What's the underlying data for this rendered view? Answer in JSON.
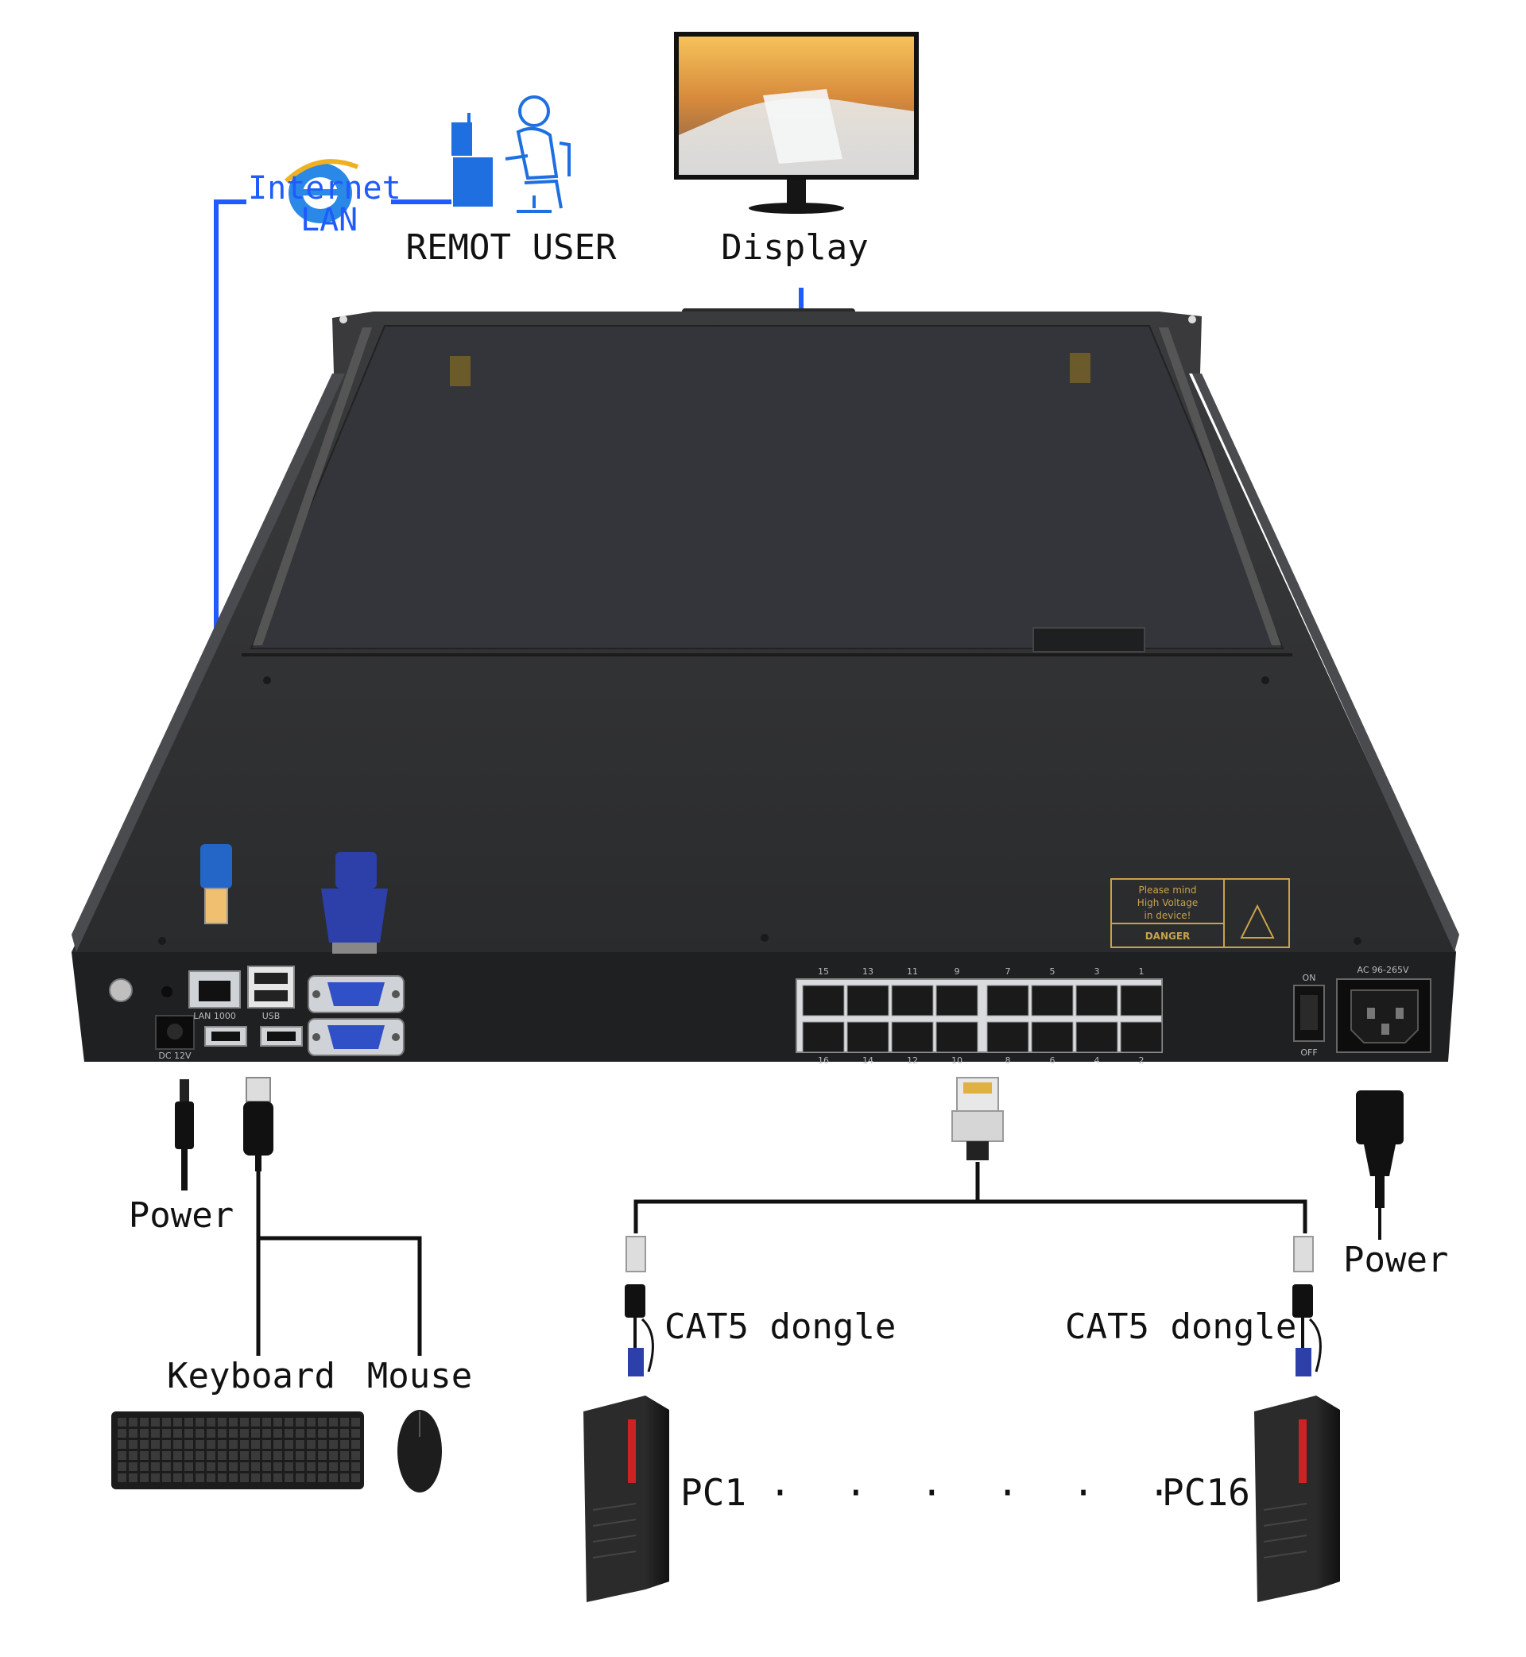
{
  "labels": {
    "internet": "Internet",
    "lan": "LAN",
    "remote_user": "REMOT USER",
    "display": "Display",
    "power_left": "Power",
    "power_right": "Power",
    "keyboard": "Keyboard",
    "mouse": "Mouse",
    "dongle_left": "CAT5 dongle",
    "dongle_right": "CAT5 dongle",
    "pc_first": "PC1",
    "pc_last": "PC16",
    "dots": "· · · · · ·"
  },
  "panel": {
    "lan_port": "LAN 1000",
    "usb_port": "USB",
    "dc_label": "DC 12V",
    "on": "ON",
    "off": "OFF",
    "ac_label": "AC 96-265V",
    "port_top": [
      "15",
      "13",
      "11",
      "9",
      "7",
      "5",
      "3",
      "1"
    ],
    "port_bottom": [
      "16",
      "14",
      "12",
      "10",
      "8",
      "6",
      "4",
      "2"
    ]
  },
  "warning": {
    "title": "DANGER",
    "line1": "Please mind",
    "line2": "High Voltage",
    "line3": "in device!"
  },
  "colors": {
    "network_line": "#1f5bff",
    "connector_line": "#111111",
    "chassis": "#2e2f31",
    "warning_gold": "#c9a24a"
  }
}
